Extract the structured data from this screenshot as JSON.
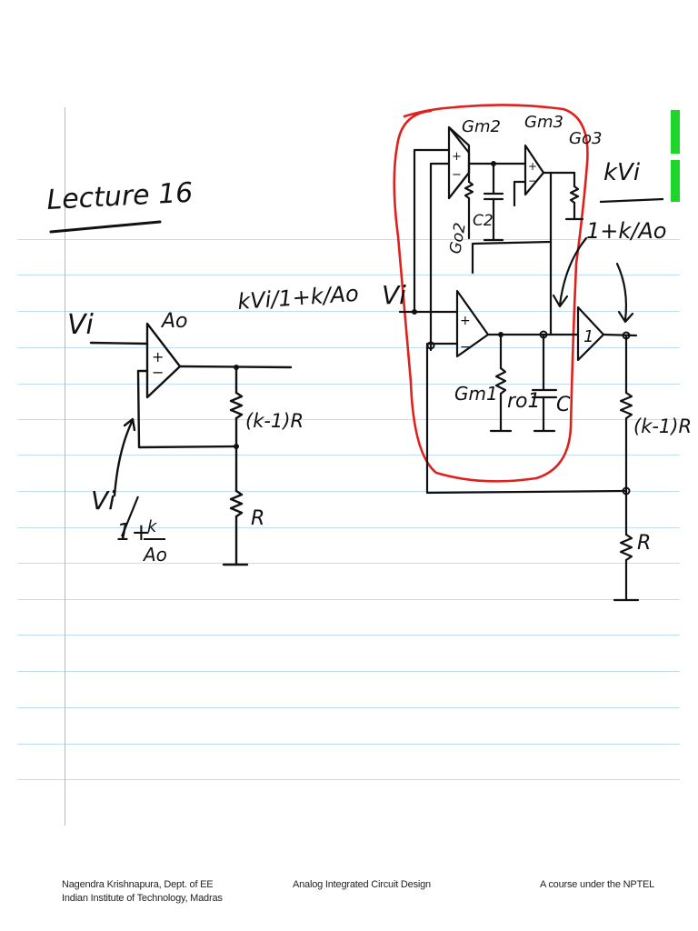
{
  "notes": {
    "title": "Lecture 16",
    "left_circuit": {
      "input_label": "Vi",
      "gain_label": "Ao",
      "output_expr": "kVi/1+k/Ao",
      "feedback_resistor": "(k-1)R",
      "ground_resistor": "R",
      "inverting_node_expr_num": "Vi",
      "inverting_node_expr_den": "1+",
      "inverting_node_k": "k",
      "inverting_node_ao": "Ao",
      "plus_sign": "+",
      "minus_sign": "−"
    },
    "right_circuit": {
      "input_label": "Vi",
      "gm1_label": "Gm1",
      "gm2_label": "Gm2",
      "gm3_label": "Gm3",
      "go2_label": "Go2",
      "go3_label": "Go3",
      "c2_label": "C2",
      "ro1_label": "ro1",
      "c_label": "C",
      "buffer_gain": "1",
      "output_expr_num": "kVi",
      "output_expr_den": "1+k/Ao",
      "feedback_resistor": "(k-1)R",
      "ground_resistor": "R",
      "plus_sign": "+",
      "minus_sign": "−"
    }
  },
  "footer": {
    "author_line1": "Nagendra Krishnapura, Dept. of EE",
    "author_line2": "Indian Institute of Technology, Madras",
    "course": "Analog Integrated Circuit Design",
    "program": "A course under the NPTEL"
  },
  "colors": {
    "ruled_line": "#bfe0f4",
    "margin_line": "#e5a6a6",
    "ink": "#111111",
    "highlight_loop": "#e0201c",
    "marker": "#1ed62a"
  }
}
